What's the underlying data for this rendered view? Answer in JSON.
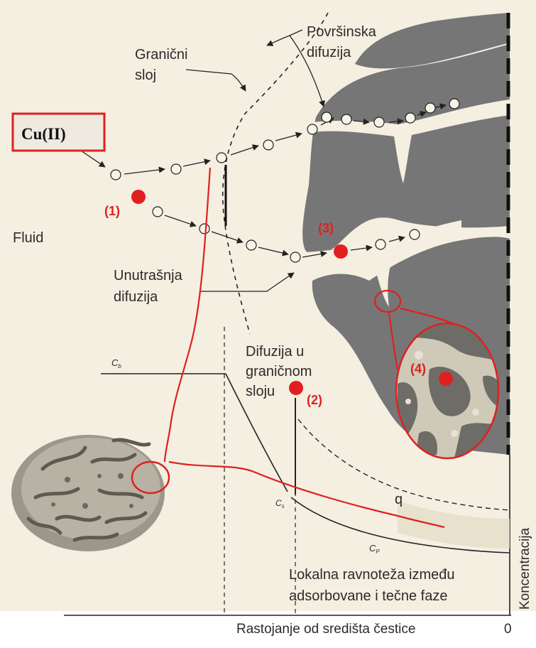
{
  "labels": {
    "cu": "Cu(II)",
    "fluid": "Fluid",
    "granicni_line1": "Granični",
    "granicni_line2": "sloj",
    "povrsinska_line1": "Površinska",
    "povrsinska_line2": "difuzija",
    "unutrasnja_line1": "Unutrašnja",
    "unutrasnja_line2": "difuzija",
    "difuzija_u_line1": "Difuzija u",
    "difuzija_u_line2": "graničnom",
    "difuzija_u_line3": "sloju",
    "lokalna_line1": "Lokalna ravnoteža između",
    "lokalna_line2": "adsorbovane i tečne faze",
    "x_axis": "Rastojanje od središta čestice",
    "x_zero": "0",
    "y_axis": "Koncentracija",
    "cb": "C",
    "cb_sub": "b",
    "cs": "C",
    "cs_sub": "s",
    "cp": "C",
    "cp_sub": "P",
    "q": "q"
  },
  "markers": {
    "m1": "(1)",
    "m2": "(2)",
    "m3": "(3)",
    "m4": "(4)"
  },
  "colors": {
    "background": "#f4efe1",
    "particle": "#777676",
    "particle_dark": "#5e5e5e",
    "annotation_red": "#e02020",
    "line": "#222222"
  }
}
